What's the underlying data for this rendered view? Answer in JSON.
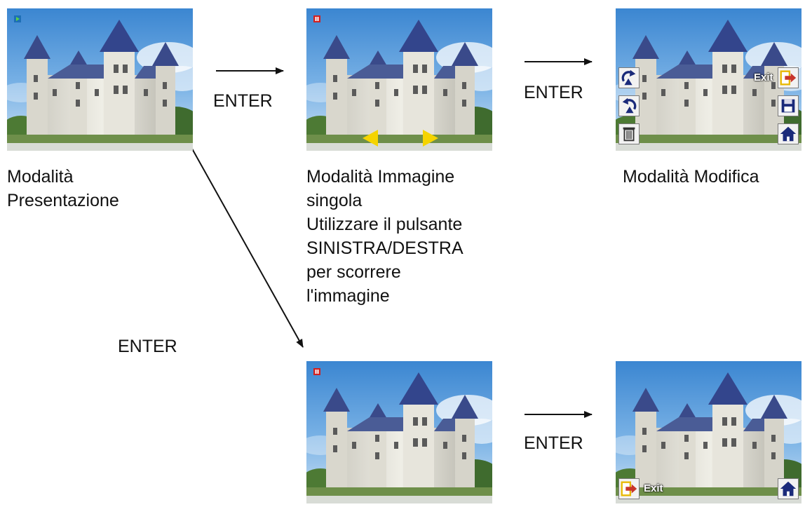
{
  "labels": {
    "slideshow_line1": "Modalità",
    "slideshow_line2": "Presentazione",
    "single_line1": "Modalità Immagine",
    "single_line2": "singola",
    "single_line3": "Utilizzare il pulsante",
    "single_line4": "SINISTRA/DESTRA",
    "single_line5": "per scorrere",
    "single_line6": "l'immagine",
    "edit_mode": "Modalità Modifica"
  },
  "transitions": {
    "a_to_b": "ENTER",
    "b_to_c": "ENTER",
    "a_to_d": "ENTER",
    "d_to_e": "ENTER"
  },
  "icons": {
    "exit_top": "Exit",
    "exit_bottom": "Exit"
  },
  "colors": {
    "sky": "#4f93d6",
    "indicator_play": "#1e6fb6",
    "indicator_stop": "#d02020",
    "nav_arrow": "#f5d400",
    "icon_navy": "#1a2a7a",
    "exit_red": "#c8352a",
    "exit_yellow": "#e8b800"
  }
}
